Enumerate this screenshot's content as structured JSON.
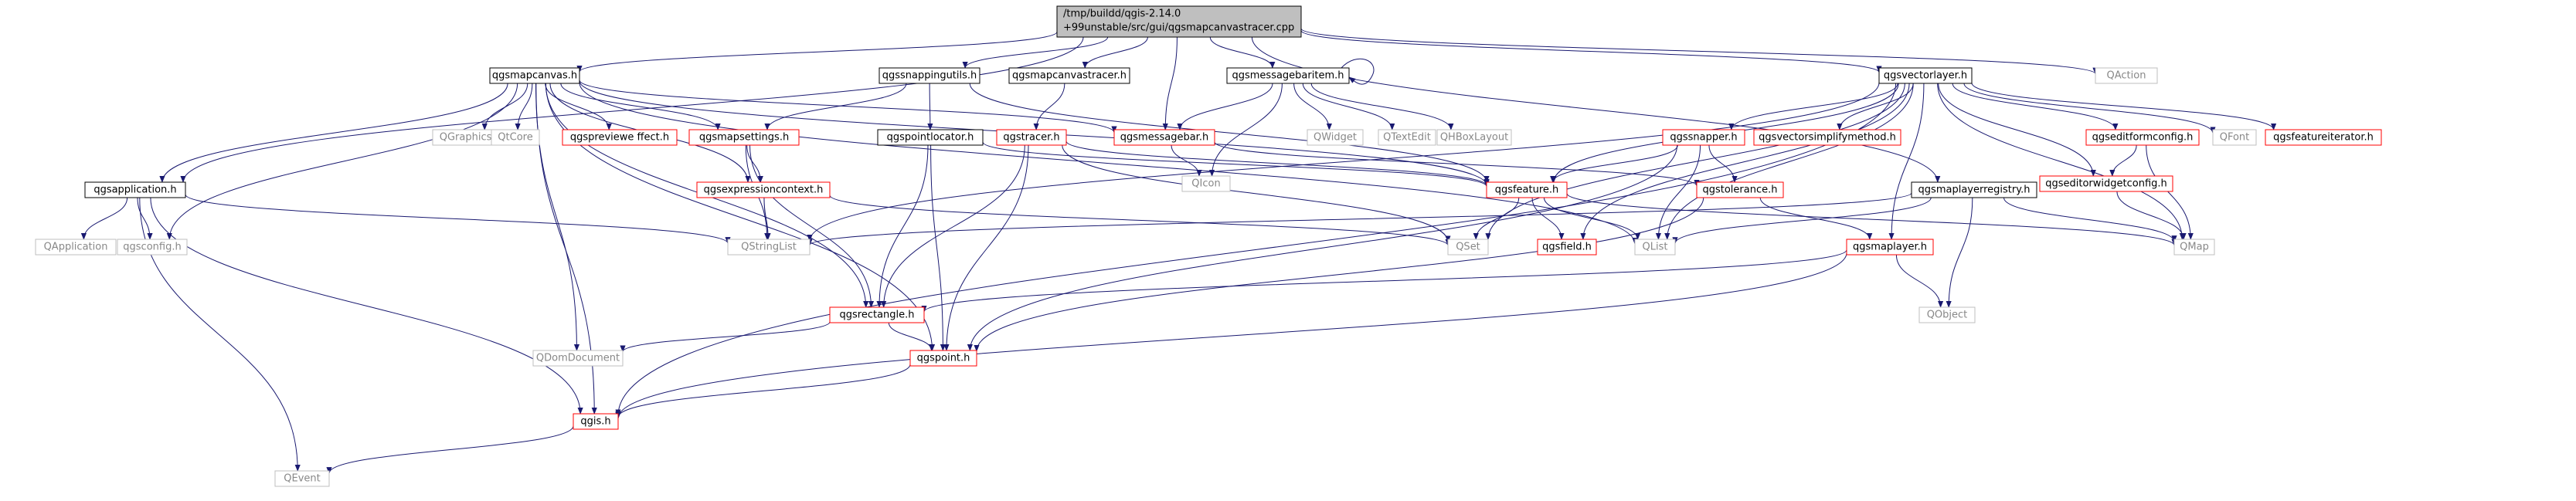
{
  "graph": {
    "root": {
      "line1": "/tmp/buildd/qgis-2.14.0",
      "line2": "+99unstable/src/gui/qgsmapcanvastracer.cpp"
    },
    "nodes": [
      {
        "id": "qgsmapcanvas",
        "label": "qgsmapcanvas.h",
        "kind": "documented"
      },
      {
        "id": "qgssnappingutils",
        "label": "qgssnappingutils.h",
        "kind": "documented"
      },
      {
        "id": "qgsmapcanvastracer",
        "label": "qgsmapcanvastracer.h",
        "kind": "documented"
      },
      {
        "id": "qgsmessagebaritem",
        "label": "qgsmessagebaritem.h",
        "kind": "documented"
      },
      {
        "id": "qgsvectorlayer",
        "label": "qgsvectorlayer.h",
        "kind": "documented"
      },
      {
        "id": "qaction",
        "label": "QAction",
        "kind": "external"
      },
      {
        "id": "qgsapplication",
        "label": "qgsapplication.h",
        "kind": "documented"
      },
      {
        "id": "qgraphicsview",
        "label": "QGraphicsView",
        "kind": "external"
      },
      {
        "id": "qtcore",
        "label": "QtCore",
        "kind": "external"
      },
      {
        "id": "qgspreviewnode",
        "label": "qgspreviewe ffect.h",
        "kind": "truncated"
      },
      {
        "id": "qgsmapsettings",
        "label": "qgsmapsettings.h",
        "kind": "truncated"
      },
      {
        "id": "qgspointlocator",
        "label": "qgspointlocator.h",
        "kind": "documented"
      },
      {
        "id": "qgstracer",
        "label": "qgstracer.h",
        "kind": "truncated"
      },
      {
        "id": "qgsmessagebar",
        "label": "qgsmessagebar.h",
        "kind": "truncated"
      },
      {
        "id": "qwidget",
        "label": "QWidget",
        "kind": "external"
      },
      {
        "id": "qtextedit",
        "label": "QTextEdit",
        "kind": "external"
      },
      {
        "id": "qhboxlayout",
        "label": "QHBoxLayout",
        "kind": "external"
      },
      {
        "id": "qgssnapper",
        "label": "qgssnapper.h",
        "kind": "truncated"
      },
      {
        "id": "qgsvectorsimplifymethod",
        "label": "qgsvectorsimplifymethod.h",
        "kind": "truncated"
      },
      {
        "id": "qgseditformconfig",
        "label": "qgseditformconfig.h",
        "kind": "truncated"
      },
      {
        "id": "qfont",
        "label": "QFont",
        "kind": "external"
      },
      {
        "id": "qgsfeatureiterator",
        "label": "qgsfeatureiterator.h",
        "kind": "truncated"
      },
      {
        "id": "qgsexpressioncontext",
        "label": "qgsexpressioncontext.h",
        "kind": "truncated"
      },
      {
        "id": "qicon",
        "label": "QIcon",
        "kind": "external"
      },
      {
        "id": "qgsfeature",
        "label": "qgsfeature.h",
        "kind": "truncated"
      },
      {
        "id": "qgstolerance",
        "label": "qgstolerance.h",
        "kind": "truncated"
      },
      {
        "id": "qgsmaplayerregistry",
        "label": "qgsmaplayerregistry.h",
        "kind": "documented"
      },
      {
        "id": "qgseditorwidgetconfig",
        "label": "qgseditorwidgetconfig.h",
        "kind": "truncated"
      },
      {
        "id": "qapplication",
        "label": "QApplication",
        "kind": "external"
      },
      {
        "id": "qgsconfig",
        "label": "qgsconfig.h",
        "kind": "external"
      },
      {
        "id": "qstringlist",
        "label": "QStringList",
        "kind": "external"
      },
      {
        "id": "qset",
        "label": "QSet",
        "kind": "external"
      },
      {
        "id": "qgsfield",
        "label": "qgsfield.h",
        "kind": "truncated"
      },
      {
        "id": "qlist",
        "label": "QList",
        "kind": "external"
      },
      {
        "id": "qmap",
        "label": "QMap",
        "kind": "external"
      },
      {
        "id": "qgsmaplayer",
        "label": "qgsmaplayer.h",
        "kind": "truncated"
      },
      {
        "id": "qgsrectangle",
        "label": "qgsrectangle.h",
        "kind": "truncated"
      },
      {
        "id": "qobject",
        "label": "QObject",
        "kind": "external"
      },
      {
        "id": "qdomdocument",
        "label": "QDomDocument",
        "kind": "external"
      },
      {
        "id": "qgspoint",
        "label": "qgspoint.h",
        "kind": "truncated"
      },
      {
        "id": "qgis",
        "label": "qgis.h",
        "kind": "truncated"
      },
      {
        "id": "qevent",
        "label": "QEvent",
        "kind": "external"
      }
    ],
    "edges": [
      [
        "root",
        "qgsmapcanvas"
      ],
      [
        "root",
        "qgssnappingutils"
      ],
      [
        "root",
        "qgsmapcanvastracer"
      ],
      [
        "root",
        "qgsmessagebaritem"
      ],
      [
        "root",
        "qgsvectorlayer"
      ],
      [
        "root",
        "qaction"
      ],
      [
        "root",
        "qgsapplication"
      ],
      [
        "root",
        "qgsmessagebar"
      ],
      [
        "root",
        "qgsmaplayerregistry"
      ],
      [
        "qgsmapcanvas",
        "qgsapplication"
      ],
      [
        "qgsmapcanvas",
        "qgraphicsview"
      ],
      [
        "qgsmapcanvas",
        "qtcore"
      ],
      [
        "qgsmapcanvas",
        "qgspreviewnode"
      ],
      [
        "qgsmapcanvas",
        "qgsmapsettings"
      ],
      [
        "qgsmapcanvas",
        "qgsmessagebar"
      ],
      [
        "qgsmapcanvas",
        "qgsexpressioncontext"
      ],
      [
        "qgsmapcanvas",
        "qgsfeature"
      ],
      [
        "qgsmapcanvas",
        "qgsrectangle"
      ],
      [
        "qgsmapcanvas",
        "qgspoint"
      ],
      [
        "qgsmapcanvas",
        "qgis"
      ],
      [
        "qgsmapcanvas",
        "qdomdocument"
      ],
      [
        "qgsmapcanvas",
        "qgsconfig"
      ],
      [
        "qgsmapcanvas",
        "qlist"
      ],
      [
        "qgssnappingutils",
        "qgsmapsettings"
      ],
      [
        "qgssnappingutils",
        "qgspointlocator"
      ],
      [
        "qgssnappingutils",
        "qgsfeature"
      ],
      [
        "qgsmapcanvastracer",
        "qgstracer"
      ],
      [
        "qgsmessagebaritem",
        "qgsmessagebaritem"
      ],
      [
        "qgsmessagebaritem",
        "qgsmessagebar"
      ],
      [
        "qgsmessagebaritem",
        "qwidget"
      ],
      [
        "qgsmessagebaritem",
        "qtextedit"
      ],
      [
        "qgsmessagebaritem",
        "qhboxlayout"
      ],
      [
        "qgsmessagebaritem",
        "qicon"
      ],
      [
        "qgsvectorlayer",
        "qgssnapper"
      ],
      [
        "qgsvectorlayer",
        "qgsvectorsimplifymethod"
      ],
      [
        "qgsvectorlayer",
        "qgseditformconfig"
      ],
      [
        "qgsvectorlayer",
        "qfont"
      ],
      [
        "qgsvectorlayer",
        "qgsfeatureiterator"
      ],
      [
        "qgsvectorlayer",
        "qgsfeature"
      ],
      [
        "qgsvectorlayer",
        "qgsfield"
      ],
      [
        "qgsvectorlayer",
        "qset"
      ],
      [
        "qgsvectorlayer",
        "qlist"
      ],
      [
        "qgsvectorlayer",
        "qmap"
      ],
      [
        "qgsvectorlayer",
        "qgsmaplayer"
      ],
      [
        "qgsvectorlayer",
        "qgseditorwidgetconfig"
      ],
      [
        "qgsvectorlayer",
        "qstringlist"
      ],
      [
        "qgsvectorlayer",
        "qgis"
      ],
      [
        "qgsapplication",
        "qapplication"
      ],
      [
        "qgsapplication",
        "qgsconfig"
      ],
      [
        "qgsapplication",
        "qstringlist"
      ],
      [
        "qgsapplication",
        "qgis"
      ],
      [
        "qgsapplication",
        "qevent"
      ],
      [
        "qgsmapsettings",
        "qgsexpressioncontext"
      ],
      [
        "qgsmapsettings",
        "qstringlist"
      ],
      [
        "qgsmapsettings",
        "qgsrectangle"
      ],
      [
        "qgspointlocator",
        "qgsfeature"
      ],
      [
        "qgspointlocator",
        "qgsrectangle"
      ],
      [
        "qgspointlocator",
        "qgspoint"
      ],
      [
        "qgstracer",
        "qgsfeature"
      ],
      [
        "qgstracer",
        "qgsrectangle"
      ],
      [
        "qgstracer",
        "qgspoint"
      ],
      [
        "qgstracer",
        "qset"
      ],
      [
        "qgsmessagebar",
        "qicon"
      ],
      [
        "qgsmessagebar",
        "qgstolerance"
      ],
      [
        "qgssnapper",
        "qgsfeature"
      ],
      [
        "qgssnapper",
        "qgstolerance"
      ],
      [
        "qgssnapper",
        "qlist"
      ],
      [
        "qgssnapper",
        "qgspoint"
      ],
      [
        "qgseditformconfig",
        "qgseditorwidgetconfig"
      ],
      [
        "qgseditformconfig",
        "qmap"
      ],
      [
        "qgseditorwidgetconfig",
        "qmap"
      ],
      [
        "qgsexpressioncontext",
        "qstringlist"
      ],
      [
        "qgsexpressioncontext",
        "qset"
      ],
      [
        "qgsfeature",
        "qgsfield"
      ],
      [
        "qgsfeature",
        "qset"
      ],
      [
        "qgsfeature",
        "qlist"
      ],
      [
        "qgsfeature",
        "qmap"
      ],
      [
        "qgstolerance",
        "qgsmaplayer"
      ],
      [
        "qgstolerance",
        "qgspoint"
      ],
      [
        "qgsmaplayerregistry",
        "qstringlist"
      ],
      [
        "qgsmaplayerregistry",
        "qmap"
      ],
      [
        "qgsmaplayerregistry",
        "qobject"
      ],
      [
        "qgsmaplayerregistry",
        "qlist"
      ],
      [
        "qgsmaplayer",
        "qgsrectangle"
      ],
      [
        "qgsmaplayer",
        "qobject"
      ],
      [
        "qgsmaplayer",
        "qgis"
      ],
      [
        "qgsrectangle",
        "qdomdocument"
      ],
      [
        "qgsrectangle",
        "qgspoint"
      ],
      [
        "qgspoint",
        "qgis"
      ],
      [
        "qgis",
        "qevent"
      ]
    ]
  },
  "colors": {
    "edge": "#191970",
    "root_fill": "#bfbfbf",
    "documented_border": "#000000",
    "truncated_border": "#ff0000",
    "external_border": "#bfbfbf",
    "external_text": "#888888",
    "text": "#000000"
  }
}
